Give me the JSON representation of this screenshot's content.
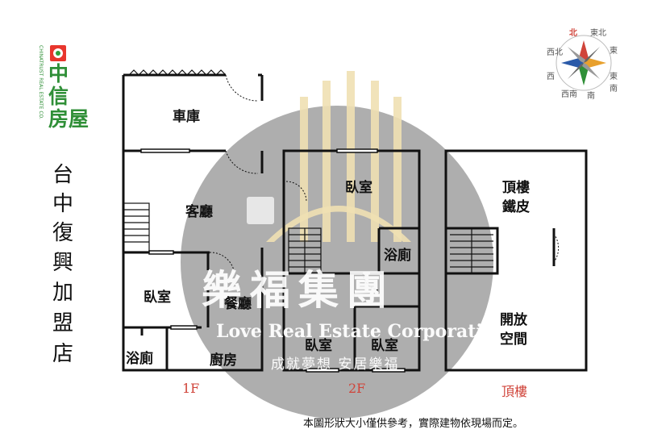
{
  "brand": {
    "name_lines": [
      "中",
      "信",
      "房屋"
    ],
    "english": "CHINATRUST REAL ESTATE CO.",
    "color": "#2f8f37",
    "accent": "#e8362d"
  },
  "store_name_chars": [
    "台",
    "中",
    "復",
    "興",
    "加",
    "盟",
    "店"
  ],
  "compass": {
    "north": "北",
    "south": "南",
    "east": "東",
    "west": "西",
    "northeast": "東北",
    "southeast": "東南",
    "southwest": "西南",
    "northwest": "西北"
  },
  "watermark": {
    "title": "樂福集團",
    "subtitle": "Love Real Estate Corporation",
    "slogan": "成就夢想 安居樂福"
  },
  "floors": {
    "f1": {
      "label": "1F",
      "rooms": {
        "garage": "車庫",
        "living": "客廳",
        "bedroom": "臥室",
        "dining": "餐廳",
        "bath": "浴廁",
        "kitchen": "廚房"
      }
    },
    "f2": {
      "label": "2F",
      "rooms": {
        "bedroom_top": "臥室",
        "bath": "浴廁",
        "bedroom_left": "臥室",
        "bedroom_right": "臥室"
      }
    },
    "roof": {
      "label": "頂樓",
      "rooms": {
        "cover_line1": "頂樓",
        "cover_line2": "鐵皮",
        "open_line1": "開放",
        "open_line2": "空間"
      }
    }
  },
  "disclaimer": "本圖形狀大小僅供參考，實際建物依現場而定。",
  "colors": {
    "wall": "#111111",
    "floor_label": "#d0443a",
    "watermark_gray": "#9a9a9a",
    "watermark_gold": "#e9d9a6"
  }
}
